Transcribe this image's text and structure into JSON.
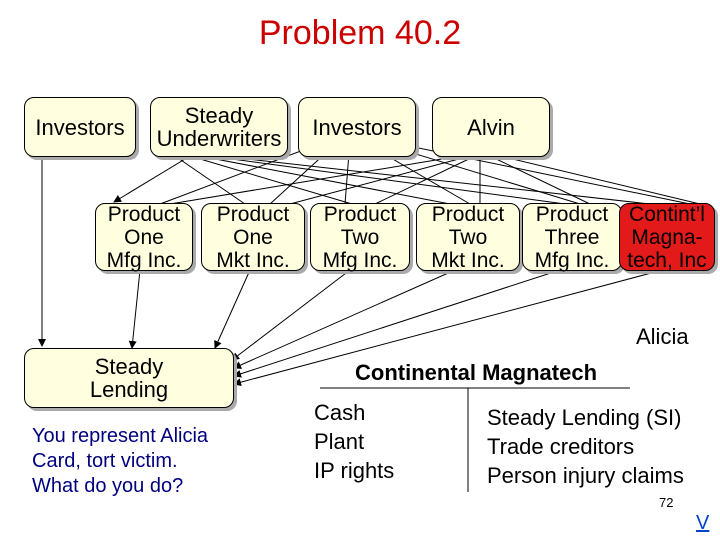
{
  "title": "Problem 40.2",
  "top_row": {
    "investors_left": "Investors",
    "underwriters": "Steady\nUnderwriters",
    "investors_right": "Investors",
    "alvin": "Alvin"
  },
  "companies": [
    "Product\nOne\nMfg Inc.",
    "Product\nOne\nMkt Inc.",
    "Product\nTwo\nMfg Inc.",
    "Product\nTwo\nMkt Inc.",
    "Product\nThree\nMfg Inc.",
    "Contint’l\nMagna-\ntech, Inc"
  ],
  "lending": "Steady\nLending",
  "alicia": "Alicia",
  "balance_sheet": {
    "title": "Continental Magnatech",
    "assets": "Cash\nPlant\nIP rights",
    "liabilities": "Steady Lending (SI)\nTrade creditors\nPerson injury claims"
  },
  "note": "You represent Alicia\nCard, tort victim.\nWhat do you do?",
  "slide_number": "72",
  "nav_link": "V"
}
